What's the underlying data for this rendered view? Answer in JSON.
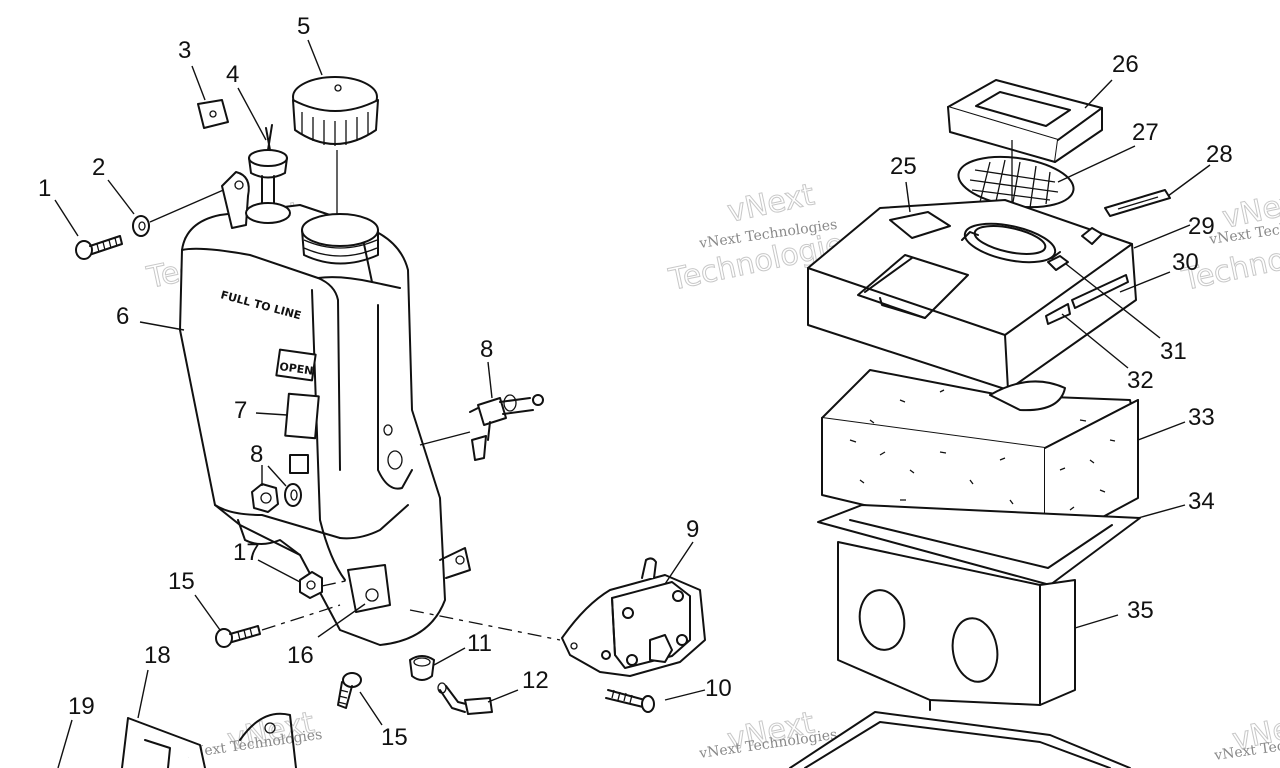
{
  "watermark": {
    "line1": "vNext Technologies",
    "line2": "Technologies",
    "outline": "vNext"
  },
  "stamps": {
    "full": "FULL TO LINE",
    "open": "OPEN"
  },
  "callouts": [
    "1",
    "2",
    "3",
    "4",
    "5",
    "6",
    "7",
    "8",
    "8",
    "9",
    "10",
    "11",
    "12",
    "15",
    "15",
    "16",
    "17",
    "18",
    "19",
    "25",
    "26",
    "27",
    "28",
    "29",
    "30",
    "31",
    "32",
    "33",
    "34",
    "35"
  ]
}
